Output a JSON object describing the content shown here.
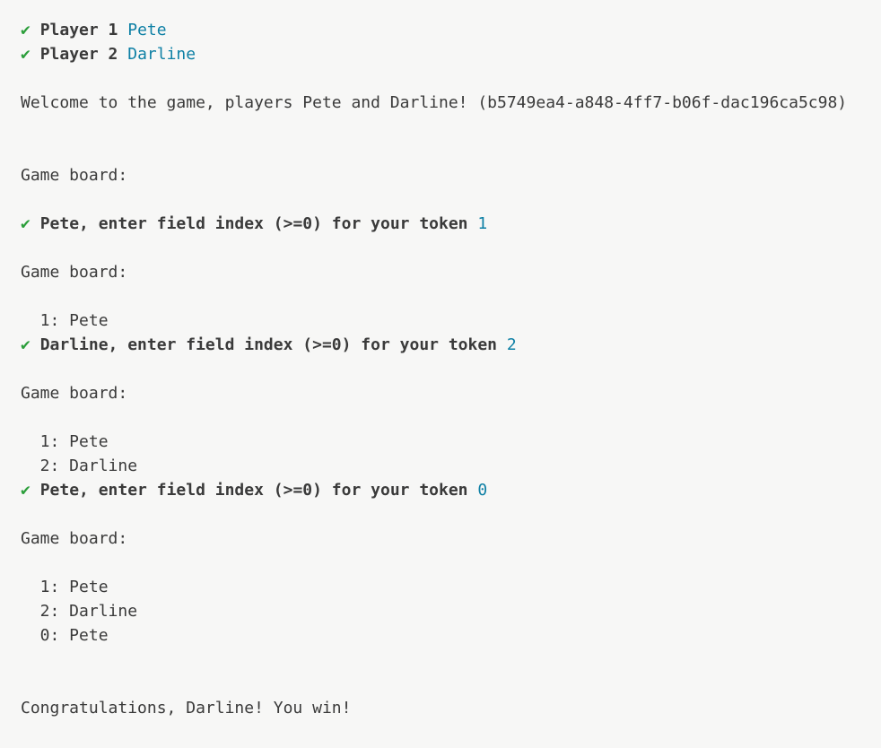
{
  "colors": {
    "background": "#f7f7f6",
    "text": "#3a3a3a",
    "check_green": "#2b9e3a",
    "answer_cyan": "#0e80a5"
  },
  "terminal": {
    "lines": [
      {
        "name": "player-1-prompt",
        "segments": [
          {
            "t": "✔ ",
            "c": "check"
          },
          {
            "t": "Player 1 ",
            "c": "bold"
          },
          {
            "t": "Pete",
            "c": "answer"
          }
        ]
      },
      {
        "name": "player-2-prompt",
        "segments": [
          {
            "t": "✔ ",
            "c": "check"
          },
          {
            "t": "Player 2 ",
            "c": "bold"
          },
          {
            "t": "Darline",
            "c": "answer"
          }
        ]
      },
      {
        "name": "blank-line",
        "segments": []
      },
      {
        "name": "welcome-message",
        "segments": [
          {
            "t": "Welcome to the game, players Pete and Darline! (b5749ea4-a848-4ff7-b06f-dac196ca5c98)",
            "c": "plain"
          }
        ]
      },
      {
        "name": "blank-line",
        "segments": []
      },
      {
        "name": "blank-line",
        "segments": []
      },
      {
        "name": "game-board-heading",
        "segments": [
          {
            "t": "Game board:",
            "c": "plain"
          }
        ]
      },
      {
        "name": "blank-line",
        "segments": []
      },
      {
        "name": "move-prompt-1",
        "segments": [
          {
            "t": "✔ ",
            "c": "check"
          },
          {
            "t": "Pete, enter field index (>=0) for your token ",
            "c": "bold"
          },
          {
            "t": "1",
            "c": "answer"
          }
        ]
      },
      {
        "name": "blank-line",
        "segments": []
      },
      {
        "name": "game-board-heading",
        "segments": [
          {
            "t": "Game board:",
            "c": "plain"
          }
        ]
      },
      {
        "name": "blank-line",
        "segments": []
      },
      {
        "name": "board-row",
        "segments": [
          {
            "t": "  1: Pete",
            "c": "plain"
          }
        ]
      },
      {
        "name": "move-prompt-2",
        "segments": [
          {
            "t": "✔ ",
            "c": "check"
          },
          {
            "t": "Darline, enter field index (>=0) for your token ",
            "c": "bold"
          },
          {
            "t": "2",
            "c": "answer"
          }
        ]
      },
      {
        "name": "blank-line",
        "segments": []
      },
      {
        "name": "game-board-heading",
        "segments": [
          {
            "t": "Game board:",
            "c": "plain"
          }
        ]
      },
      {
        "name": "blank-line",
        "segments": []
      },
      {
        "name": "board-row",
        "segments": [
          {
            "t": "  1: Pete",
            "c": "plain"
          }
        ]
      },
      {
        "name": "board-row",
        "segments": [
          {
            "t": "  2: Darline",
            "c": "plain"
          }
        ]
      },
      {
        "name": "move-prompt-3",
        "segments": [
          {
            "t": "✔ ",
            "c": "check"
          },
          {
            "t": "Pete, enter field index (>=0) for your token ",
            "c": "bold"
          },
          {
            "t": "0",
            "c": "answer"
          }
        ]
      },
      {
        "name": "blank-line",
        "segments": []
      },
      {
        "name": "game-board-heading",
        "segments": [
          {
            "t": "Game board:",
            "c": "plain"
          }
        ]
      },
      {
        "name": "blank-line",
        "segments": []
      },
      {
        "name": "board-row",
        "segments": [
          {
            "t": "  1: Pete",
            "c": "plain"
          }
        ]
      },
      {
        "name": "board-row",
        "segments": [
          {
            "t": "  2: Darline",
            "c": "plain"
          }
        ]
      },
      {
        "name": "board-row",
        "segments": [
          {
            "t": "  0: Pete",
            "c": "plain"
          }
        ]
      },
      {
        "name": "blank-line",
        "segments": []
      },
      {
        "name": "blank-line",
        "segments": []
      },
      {
        "name": "win-message",
        "segments": [
          {
            "t": "Congratulations, Darline! You win!",
            "c": "plain"
          }
        ]
      }
    ]
  }
}
